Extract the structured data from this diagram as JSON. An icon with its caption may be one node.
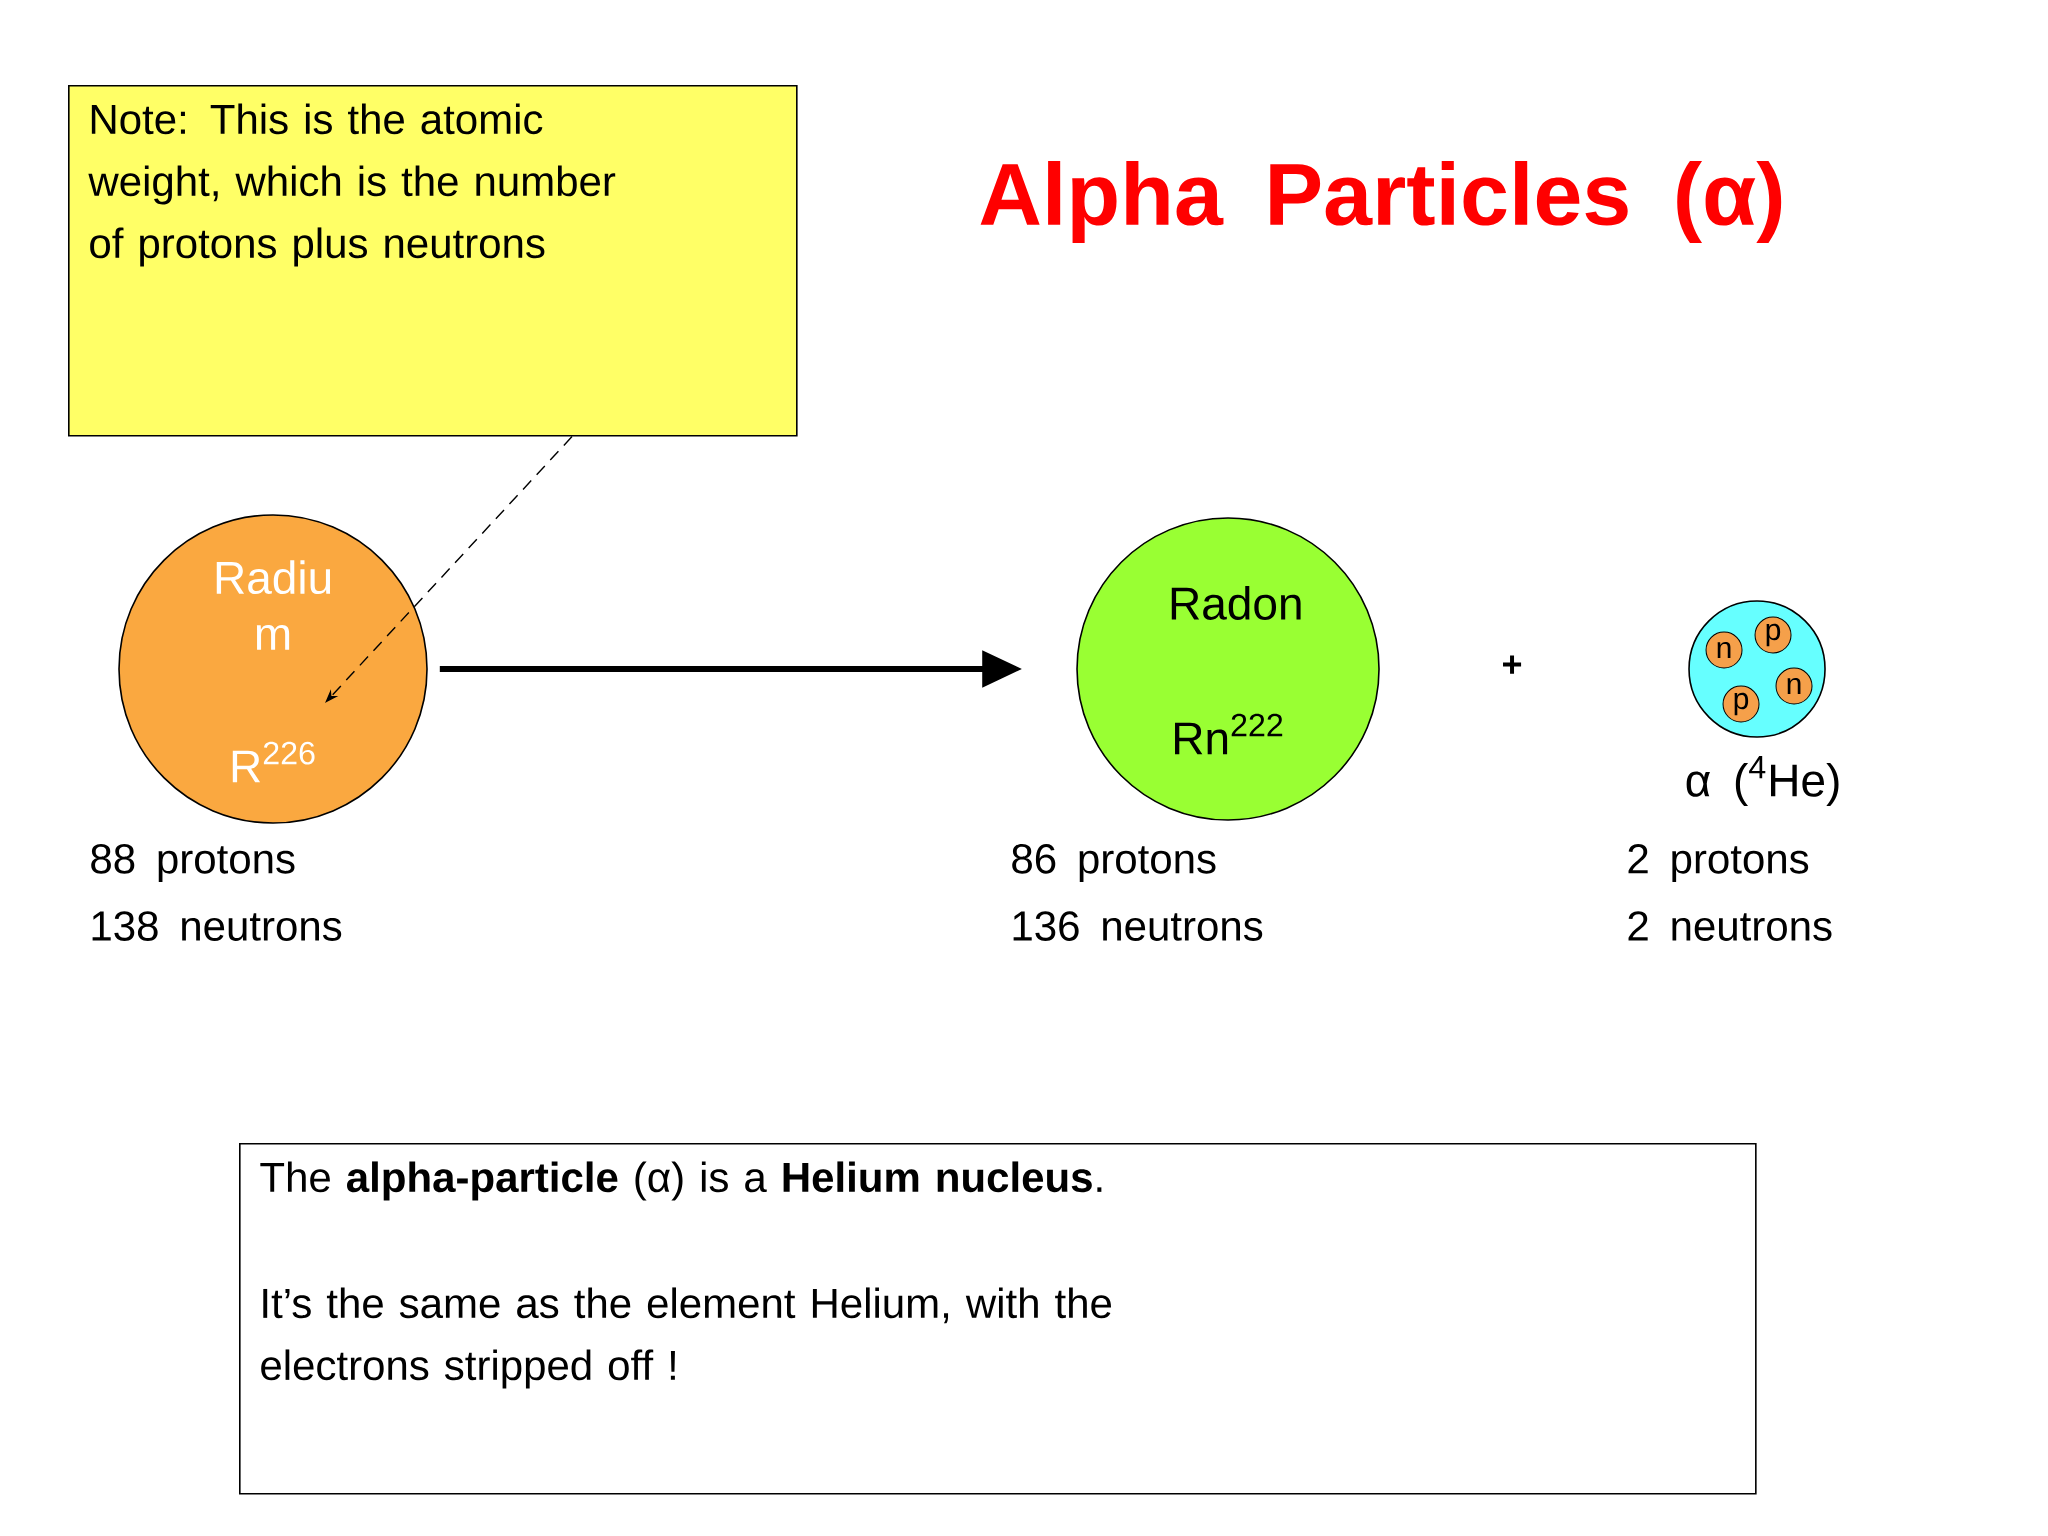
{
  "diagram": {
    "title": "Alpha Particles (α)",
    "nodes": [
      {
        "text": [
          "Note: This is the atomic weight, which is the number of protons plus neutrons"
        ]
      },
      {
        "text": [
          "Radiu m",
          "R$^{226}$"
        ],
        "beside": [
          "88 protons",
          "138 neutrons"
        ]
      },
      {
        "text": [
          "Radon",
          "Rn$^{222}$"
        ],
        "beside": [
          "86 protons",
          "136 neutrons"
        ]
      },
      {
        "text": [
          "α ($^{4}$He)"
        ],
        "beside": [
          "2 protons",
          "2 neutrons"
        ]
      },
      {
        "text": [
          "n"
        ],
        "in": 3
      },
      {
        "text": [
          "p"
        ],
        "in": 3
      },
      {
        "text": [
          "p"
        ],
        "in": 3
      },
      {
        "text": [
          "n"
        ],
        "in": 3
      },
      {
        "text": [
          "The **alpha-particle** (α) is a **Helium nucleus**.",
          "It’s the same as the element Helium, with the electrons stripped off !"
        ]
      }
    ],
    "edges": [
      {
        "from": 0,
        "to": 1,
        "arrow": "to",
        "style": "dashed"
      },
      {
        "from": 1,
        "to": 2,
        "arrow": "to",
        "style": "thick"
      }
    ],
    "labels": [
      "+"
    ]
  }
}
